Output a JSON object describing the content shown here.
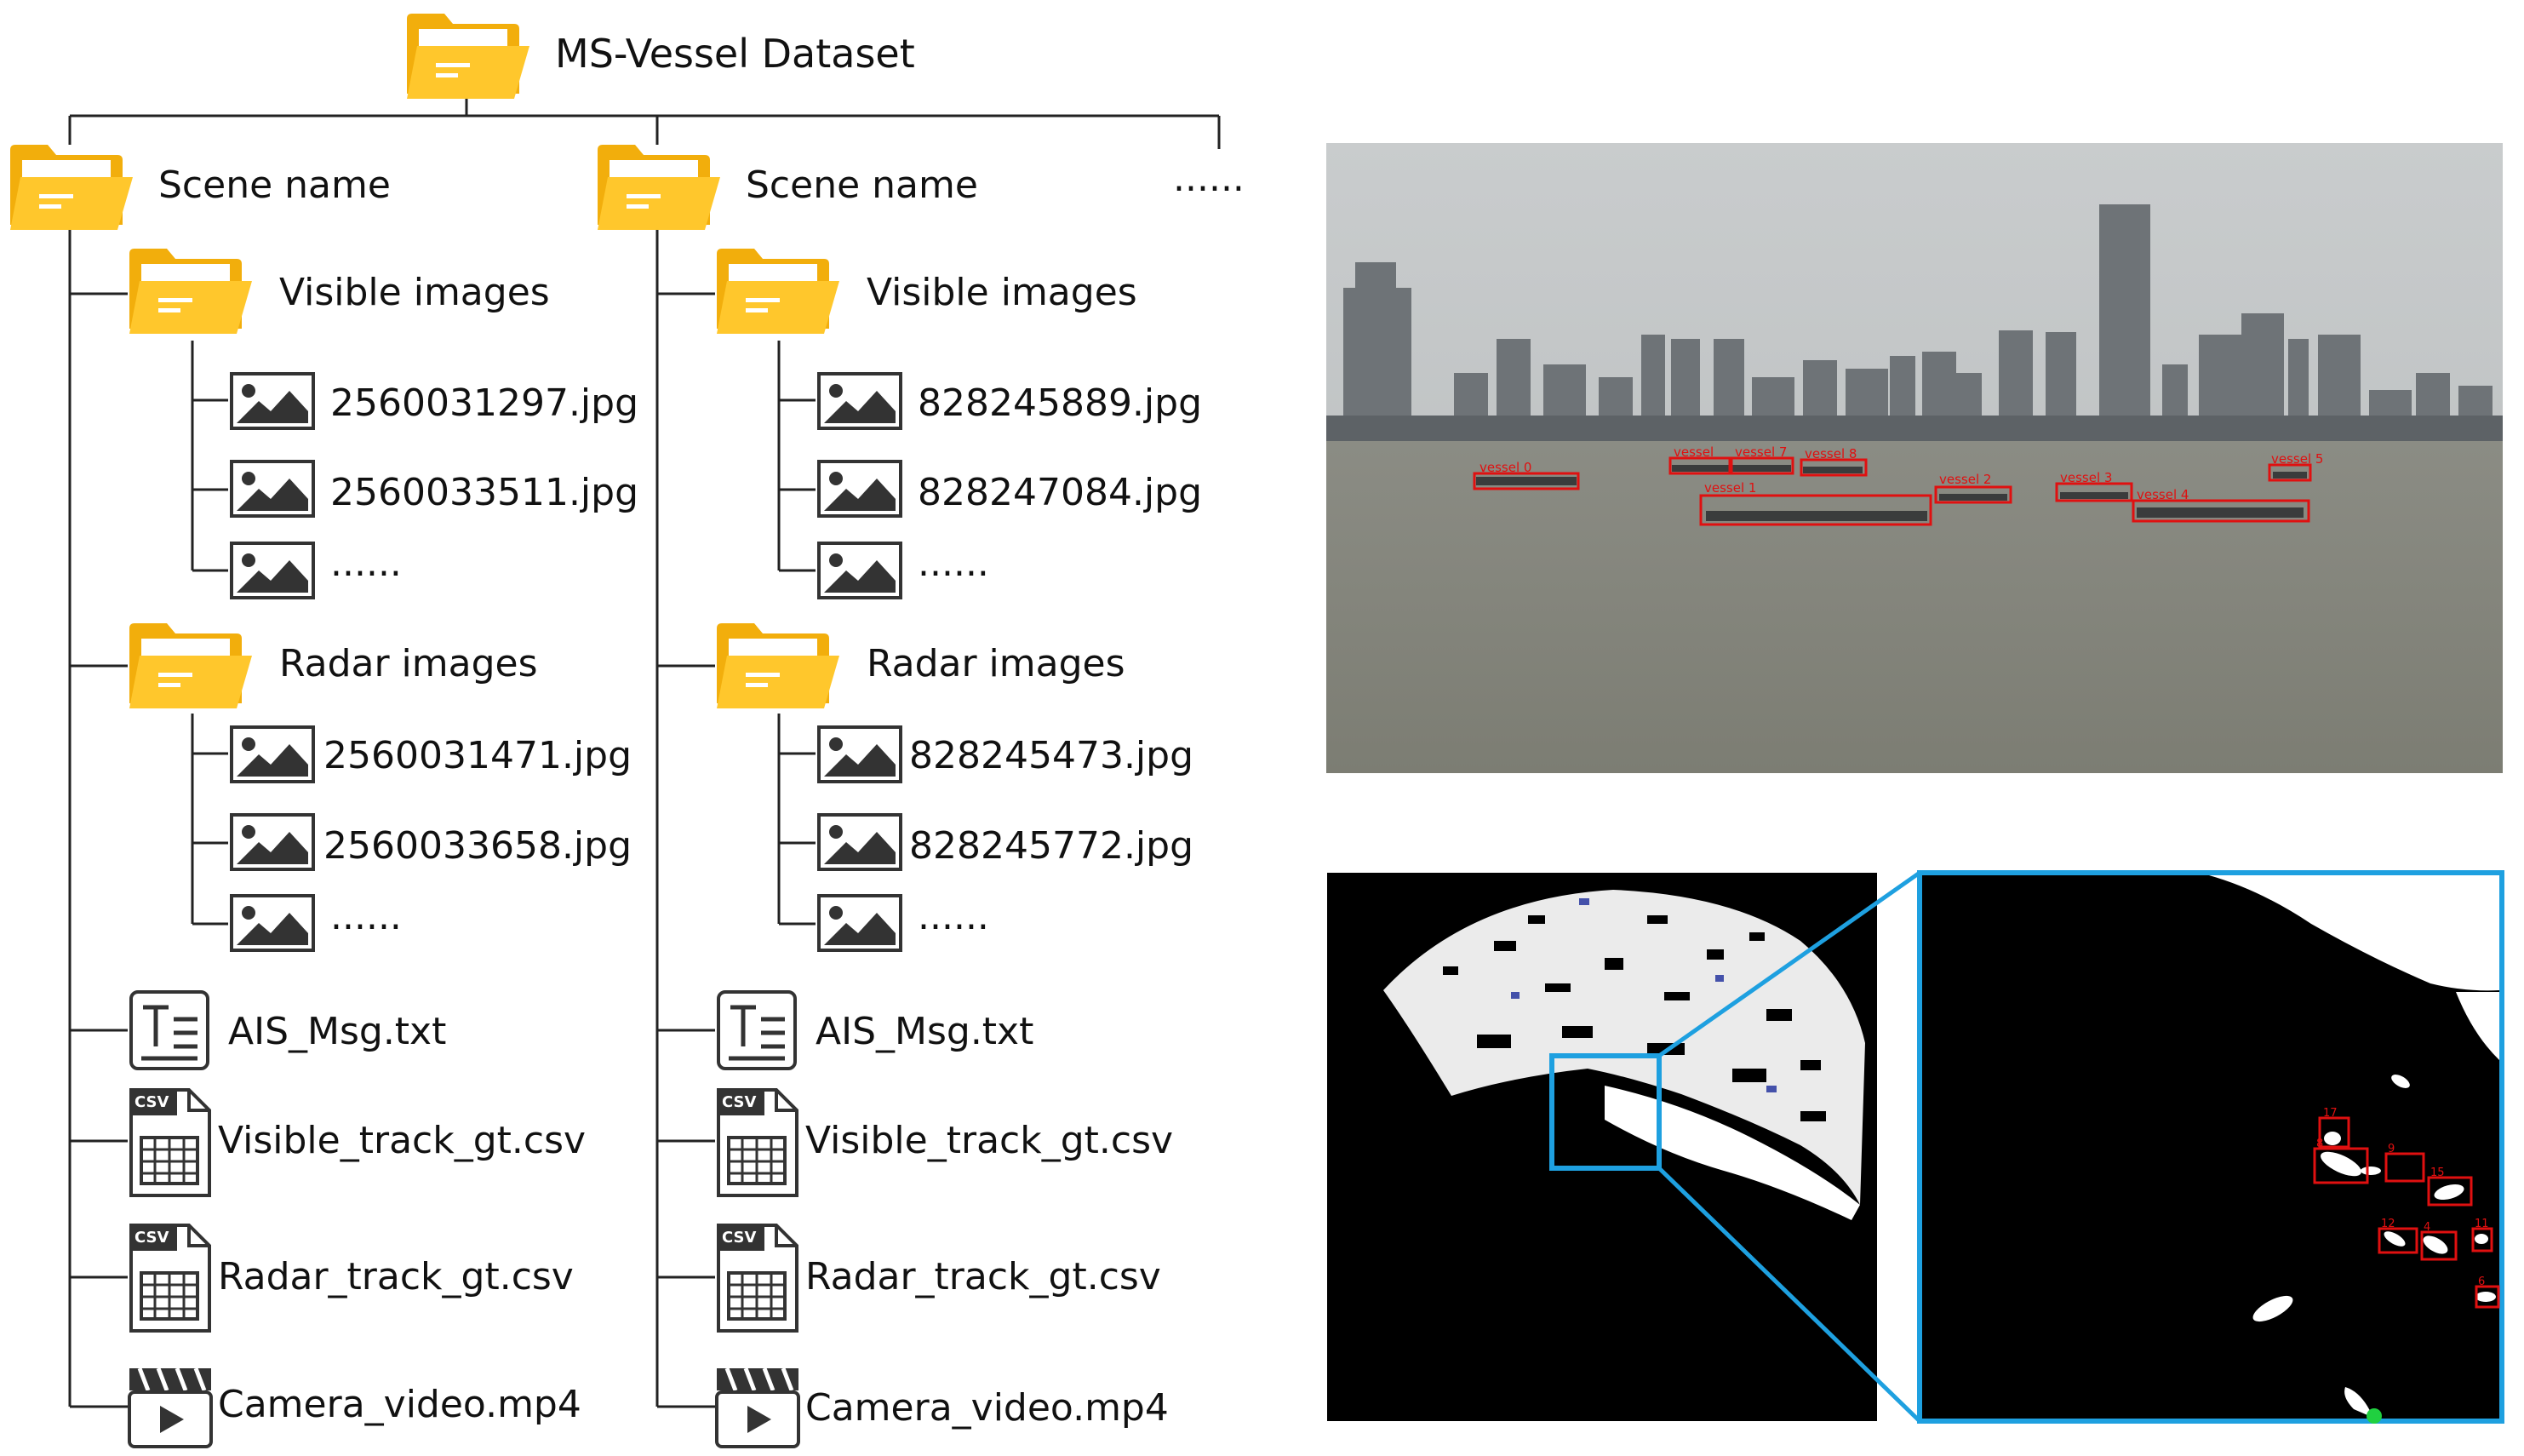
{
  "tree": {
    "root": "MS-Vessel Dataset",
    "ellipsis_more": "......",
    "scenes": [
      {
        "name": "Scene name",
        "visible_folder": "Visible images",
        "visible_files": [
          "2560031297.jpg",
          "2560033511.jpg",
          "......"
        ],
        "radar_folder": "Radar images",
        "radar_files": [
          "2560031471.jpg",
          "2560033658.jpg",
          "......"
        ],
        "ais": "AIS_Msg.txt",
        "visible_gt": "Visible_track_gt.csv",
        "radar_gt": "Radar_track_gt.csv",
        "video": "Camera_video.mp4"
      },
      {
        "name": "Scene name",
        "visible_folder": "Visible images",
        "visible_files": [
          "828245889.jpg",
          "828247084.jpg",
          "......"
        ],
        "radar_folder": "Radar images",
        "radar_files": [
          "828245473.jpg",
          "828245772.jpg",
          "......"
        ],
        "ais": "AIS_Msg.txt",
        "visible_gt": "Visible_track_gt.csv",
        "radar_gt": "Radar_track_gt.csv",
        "video": "Camera_video.mp4"
      }
    ],
    "csv_badge": "CSV"
  },
  "visible_detections": [
    "vessel 0",
    "vessel 1",
    "vessel 2",
    "vessel 3",
    "vessel 4",
    "vessel 5",
    "vessel",
    "vessel 7",
    "vessel 8"
  ],
  "radar_detections": [
    "17",
    "8",
    "9",
    "15",
    "12",
    "4",
    "11",
    "6"
  ],
  "colors": {
    "folder": "#FFC72C",
    "folder_dark": "#F0A800",
    "detection_box": "#E01010",
    "zoom_frame": "#1EA0E0",
    "line": "#222222"
  }
}
